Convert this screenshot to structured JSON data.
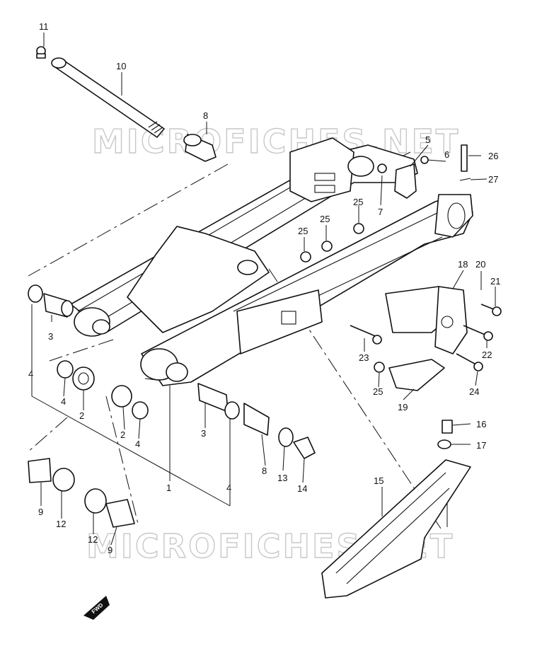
{
  "watermark": "MICROFICHES.NET",
  "fwd_label": "FWD",
  "callouts": {
    "c1": "1",
    "c2a": "2",
    "c2b": "2",
    "c3a": "3",
    "c3b": "3",
    "c4a": "4",
    "c4b": "4",
    "c4c": "4",
    "c4d": "4",
    "c5": "5",
    "c6": "6",
    "c7": "7",
    "c8a": "8",
    "c8b": "8",
    "c9a": "9",
    "c9b": "9",
    "c10": "10",
    "c11": "11",
    "c12a": "12",
    "c12b": "12",
    "c13": "13",
    "c14": "14",
    "c15": "15",
    "c16": "16",
    "c17": "17",
    "c18": "18",
    "c19": "19",
    "c20": "20",
    "c21": "21",
    "c22": "22",
    "c23": "23",
    "c24": "24",
    "c25a": "25",
    "c25b": "25",
    "c25c": "25",
    "c25d": "25",
    "c26": "26",
    "c27": "27"
  }
}
